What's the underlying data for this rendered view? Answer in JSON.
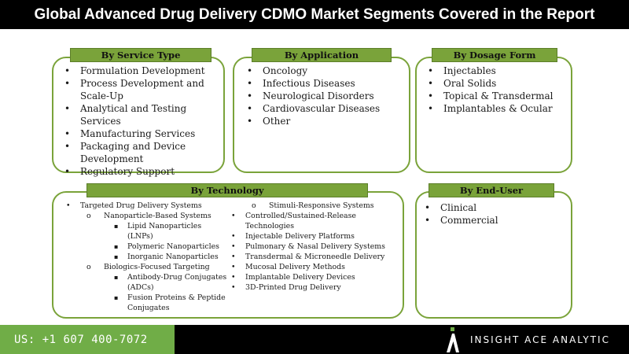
{
  "title": "Global Advanced Drug Delivery CDMO Market Segments Covered in the Report",
  "service": {
    "header": "By Service Type",
    "items": [
      "Formulation Development",
      "Process Development and Scale-Up",
      "Analytical and Testing Services",
      "Manufacturing Services",
      "Packaging and Device Development",
      "Regulatory Support"
    ]
  },
  "application": {
    "header": "By Application",
    "items": [
      "Oncology",
      "Infectious Diseases",
      "Neurological Disorders",
      "Cardiovascular Diseases",
      "Other"
    ]
  },
  "dosage": {
    "header": "By  Dosage Form",
    "items": [
      "Injectables",
      "Oral Solids",
      "Topical & Transdermal",
      "Implantables & Ocular"
    ]
  },
  "technology": {
    "header": "By Technology",
    "left": {
      "targeted": "Targeted Drug Delivery Systems",
      "nano": "Nanoparticle-Based Systems",
      "lnp": "Lipid Nanoparticles (LNPs)",
      "polymeric": "Polymeric Nanoparticles",
      "inorganic": "Inorganic Nanoparticles",
      "biologics": "Biologics-Focused Targeting",
      "adc_1": "Antibody-Drug Conjugates",
      "adc_2": "(ADCs)",
      "fusion_1": "Fusion Proteins & Peptide",
      "fusion_2": "Conjugates"
    },
    "right": {
      "stimuli": "Stimuli-Responsive Systems",
      "controlled_1": "Controlled/Sustained-Release",
      "controlled_2": "Technologies",
      "injectable": "Injectable Delivery Platforms",
      "pulmonary": "Pulmonary & Nasal Delivery Systems",
      "transdermal": "Transdermal & Microneedle Delivery",
      "mucosal": "Mucosal Delivery Methods",
      "implantable": "Implantable Delivery Devices",
      "printed": "3D-Printed Drug Delivery"
    }
  },
  "enduser": {
    "header": "By End-User",
    "items": [
      "Clinical",
      "Commercial"
    ]
  },
  "footer": {
    "phone": "US: +1 607 400-7072",
    "brand": "INSIGHT ACE ANALYTIC"
  },
  "colors": {
    "accent": "#7aa33a",
    "phone_bg": "#70ad47",
    "bar_bg": "#000000"
  }
}
